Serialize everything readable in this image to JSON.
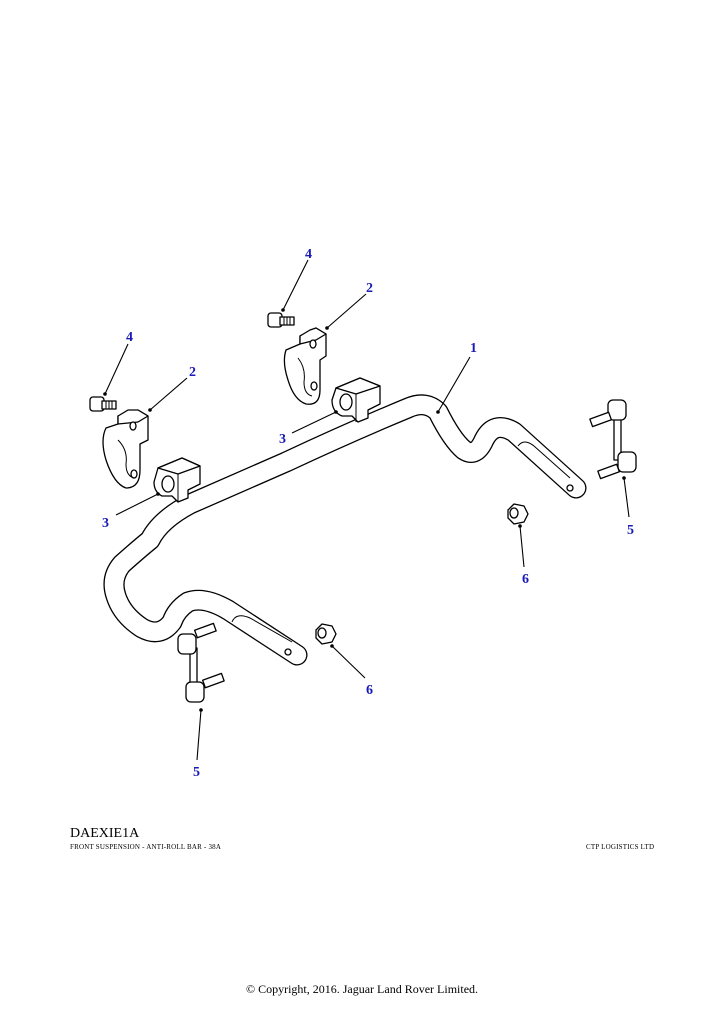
{
  "callouts": {
    "anti_roll_bar": "1",
    "clamp_left": "2",
    "clamp_right": "2",
    "bush_left": "3",
    "bush_right": "3",
    "bolt_left": "4",
    "bolt_right": "4",
    "link_left": "5",
    "link_right": "5",
    "nut_left": "6",
    "nut_right": "6"
  },
  "footer": {
    "diagram_code": "DAEXIE1A",
    "title": "FRONT SUSPENSION - ANTI-ROLL BAR - 38A",
    "supplier": "CTP LOGISTICS LTD",
    "copyright": "© Copyright, 2016. Jaguar Land Rover Limited."
  },
  "colors": {
    "callout": "#1a1ab8",
    "line": "#000000",
    "background": "#ffffff"
  }
}
